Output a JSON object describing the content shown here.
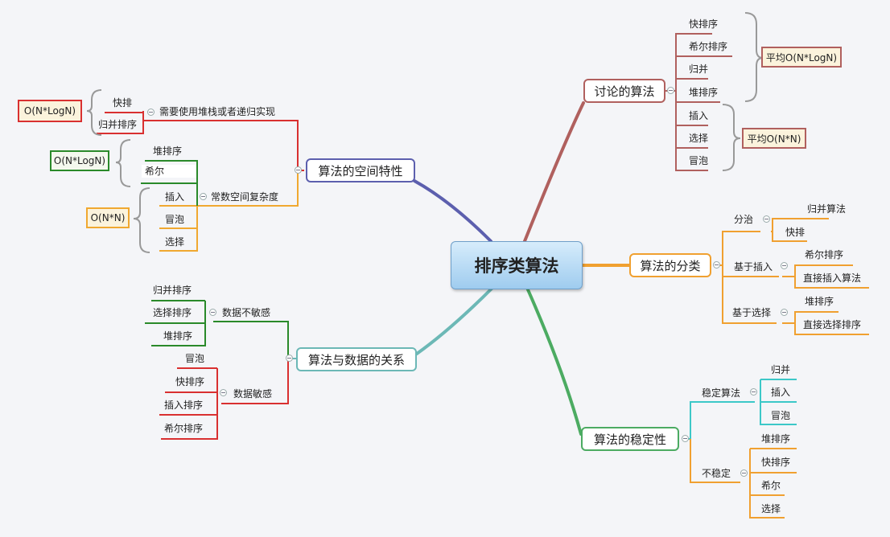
{
  "root": "排序类算法",
  "colors": {
    "discussed": "#b0605e",
    "space": "#5c5fae",
    "classify": "#f0a030",
    "relation": "#6cb8b6",
    "stability": "#4cab62",
    "red": "#d93030",
    "green": "#2a8a2a",
    "orange": "#f0a830",
    "cyan": "#3cc8c8"
  },
  "discussed": {
    "title": "讨论的算法",
    "items": [
      "快排序",
      "希尔排序",
      "归并",
      "堆排序",
      "插入",
      "选择",
      "冒泡"
    ],
    "avg_nlogn": "平均O(N*LogN)",
    "avg_nn": "平均O(N*N)"
  },
  "space": {
    "title": "算法的空间特性",
    "recursive_label": "需要使用堆栈或者递归实现",
    "recursive_items": [
      "快排",
      "归并排序"
    ],
    "recursive_complexity": "O(N*LogN)",
    "constant_label": "常数空间复杂度",
    "constant_items": [
      "堆排序",
      "希尔",
      "插入",
      "冒泡",
      "选择"
    ],
    "constant_nlogn": "O(N*LogN)",
    "constant_nn": "O(N*N)"
  },
  "classify": {
    "title": "算法的分类",
    "groups": [
      {
        "label": "分治",
        "items": [
          "归并算法",
          "快排"
        ]
      },
      {
        "label": "基于插入",
        "items": [
          "希尔排序",
          "直接插入算法"
        ]
      },
      {
        "label": "基于选择",
        "items": [
          "堆排序",
          "直接选择排序"
        ]
      }
    ]
  },
  "relation": {
    "title": "算法与数据的关系",
    "insensitive_label": "数据不敏感",
    "insensitive_items": [
      "归并排序",
      "选择排序",
      "堆排序"
    ],
    "sensitive_label": "数据敏感",
    "sensitive_items": [
      "冒泡",
      "快排序",
      "插入排序",
      "希尔排序"
    ]
  },
  "stability": {
    "title": "算法的稳定性",
    "stable_label": "稳定算法",
    "stable_items": [
      "归并",
      "插入",
      "冒泡"
    ],
    "unstable_label": "不稳定",
    "unstable_items": [
      "堆排序",
      "快排序",
      "希尔",
      "选择"
    ]
  }
}
